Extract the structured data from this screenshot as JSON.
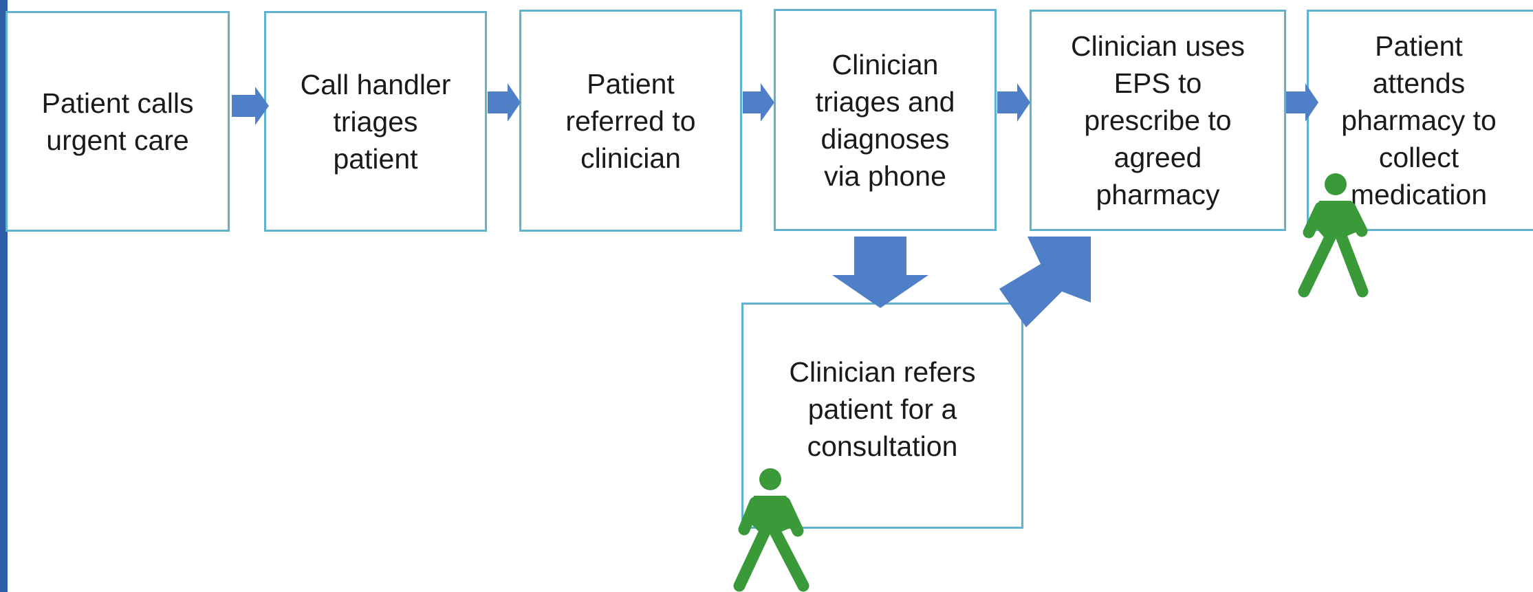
{
  "colors": {
    "box_border": "#5fb3cf",
    "arrow_fill": "#4f7fc6",
    "walker_fill": "#3a9a3a",
    "left_bar": "#2f5fa6",
    "text": "#1a1a1a"
  },
  "steps": [
    {
      "id": "patient-calls",
      "text": "Patient calls\nurgent care"
    },
    {
      "id": "call-handler-triages",
      "text": "Call handler\ntriages\npatient"
    },
    {
      "id": "patient-referred",
      "text": "Patient\nreferred to\nclinician"
    },
    {
      "id": "clinician-triages",
      "text": "Clinician\ntriages and\ndiagnoses\nvia phone"
    },
    {
      "id": "clinician-uses-eps",
      "text": "Clinician uses\nEPS to\nprescribe to\nagreed\npharmacy"
    },
    {
      "id": "patient-attends-pharmacy",
      "text": "Patient\nattends\npharmacy to\ncollect\nmedication"
    },
    {
      "id": "clinician-refers-consultation",
      "text": "Clinician refers\npatient for a\nconsultation"
    }
  ],
  "icons": {
    "arrow": "right-arrow-icon",
    "down_arrow": "down-arrow-icon",
    "diagonal_arrow": "diagonal-up-right-arrow-icon",
    "walker": "walking-person-icon"
  }
}
